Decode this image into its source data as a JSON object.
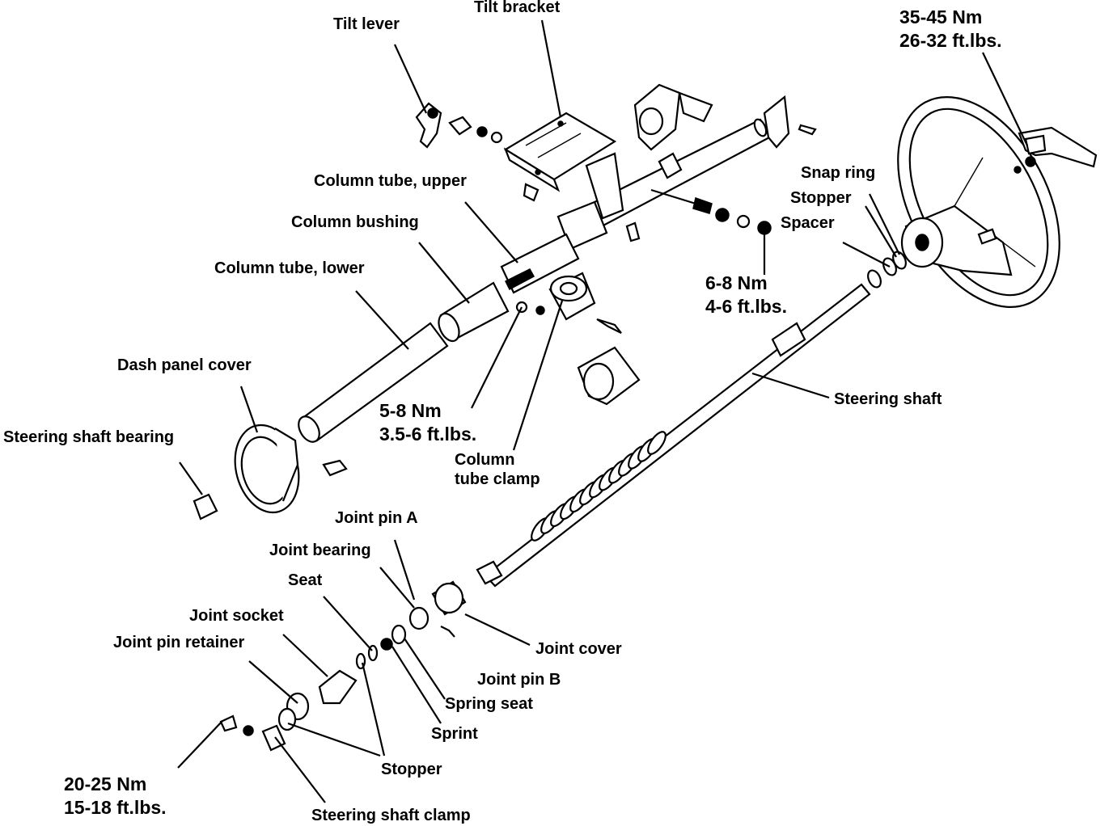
{
  "labels": {
    "tilt_lever": "Tilt lever",
    "tilt_bracket": "Tilt bracket",
    "torque_wheel_nm": "35-45 Nm",
    "torque_wheel_ftlbs": "26-32 ft.lbs.",
    "snap_ring": "Snap ring",
    "stopper_upper": "Stopper",
    "spacer": "Spacer",
    "column_tube_upper": "Column tube, upper",
    "column_bushing": "Column bushing",
    "column_tube_lower": "Column tube, lower",
    "torque_bracket_nm": "6-8 Nm",
    "torque_bracket_ftlbs": "4-6 ft.lbs.",
    "dash_panel_cover": "Dash panel cover",
    "steering_shaft_bearing": "Steering shaft bearing",
    "torque_clamp_nm": "5-8 Nm",
    "torque_clamp_ftlbs": "3.5-6 ft.lbs.",
    "column_tube_clamp_1": "Column",
    "column_tube_clamp_2": "tube clamp",
    "steering_shaft": "Steering shaft",
    "joint_pin_a": "Joint pin A",
    "joint_bearing": "Joint bearing",
    "seat": "Seat",
    "joint_socket": "Joint socket",
    "joint_pin_retainer": "Joint pin retainer",
    "joint_cover": "Joint cover",
    "joint_pin_b": "Joint pin B",
    "spring_seat": "Spring seat",
    "sprint": "Sprint",
    "stopper_lower": "Stopper",
    "torque_lower_nm": "20-25 Nm",
    "torque_lower_ftlbs": "15-18 ft.lbs.",
    "steering_shaft_clamp": "Steering shaft clamp"
  },
  "colors": {
    "ink": "#000000",
    "paper": "#ffffff"
  }
}
